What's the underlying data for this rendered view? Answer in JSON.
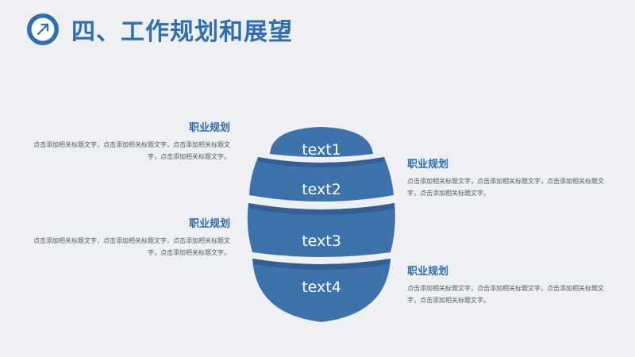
{
  "title": "四、工作规划和展望",
  "colors": {
    "accent": "#2f6eb2",
    "globe": "#3e72ad",
    "globe_shade": "#335f94",
    "background": "#eef0f3"
  },
  "segments": [
    {
      "label": "text1"
    },
    {
      "label": "text2"
    },
    {
      "label": "text3"
    },
    {
      "label": "text4"
    }
  ],
  "blocks": [
    {
      "side": "left",
      "heading": "职业规划",
      "text": "点击添加相关标题文字，点击添加相关标题文字，点击添加相关标题文字，点击添加相关标题文字。"
    },
    {
      "side": "left",
      "heading": "职业规划",
      "text": "点击添加相关标题文字，点击添加相关标题文字，点击添加相关标题文字，点击添加相关标题文字。"
    },
    {
      "side": "right",
      "heading": "职业规划",
      "text": "点击添加相关标题文字，点击添加相关标题文字，点击添加相关标题文字，点击添加相关标题文字。"
    },
    {
      "side": "right",
      "heading": "职业规划",
      "text": "点击添加相关标题文字，点击添加相关标题文字，点击添加相关标题文字，点击添加相关标题文字。"
    }
  ]
}
